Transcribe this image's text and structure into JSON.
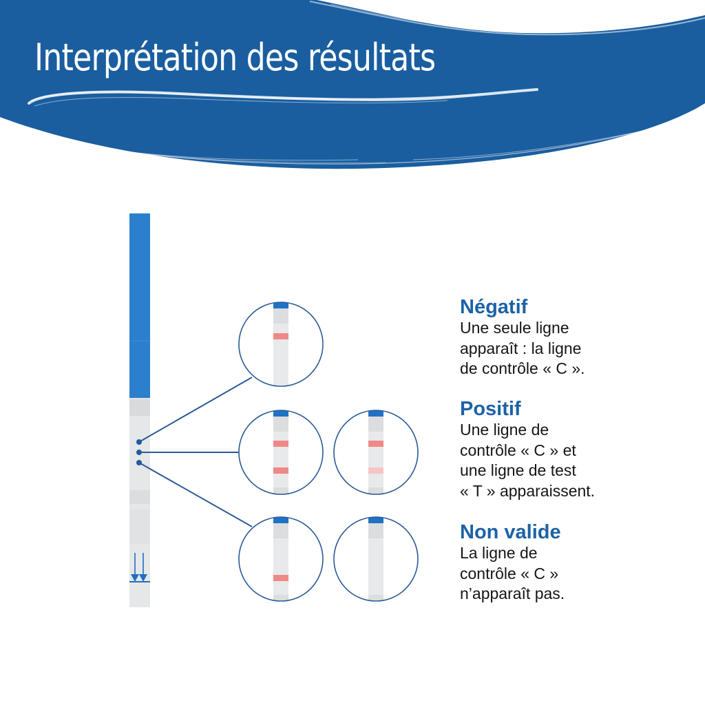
{
  "header": {
    "title": "Interprétation des résultats",
    "banner_color": "#1a5e9f"
  },
  "diagram": {
    "strip": {
      "handle_color": "#2b7fcc",
      "body_color": "#e6e7e8",
      "arrow_color": "#1f6fc2",
      "marker_icon": "dip-arrows-icon"
    },
    "connector_color": "#2a5a96",
    "line_colors": {
      "strong": "#f08888",
      "faint": "#f6c4c4"
    },
    "zoom_circles": [
      {
        "id": "negative",
        "lines": [
          "C"
        ]
      },
      {
        "id": "positive-strong",
        "lines": [
          "C",
          "T"
        ]
      },
      {
        "id": "positive-faint",
        "lines": [
          "C",
          "T-faint"
        ]
      },
      {
        "id": "invalid-test-only",
        "lines": [
          "T"
        ]
      },
      {
        "id": "invalid-none",
        "lines": []
      }
    ]
  },
  "legend": {
    "items": [
      {
        "title": "Négatif",
        "text": "Une seule ligne\napparaît : la ligne\nde contrôle « C »."
      },
      {
        "title": "Positif",
        "text": "Une ligne de\ncontrôle « C » et\nune ligne de test\n« T » apparaissent."
      },
      {
        "title": "Non valide",
        "text": "La ligne de\ncontrôle « C »\nn’apparaît pas."
      }
    ]
  }
}
